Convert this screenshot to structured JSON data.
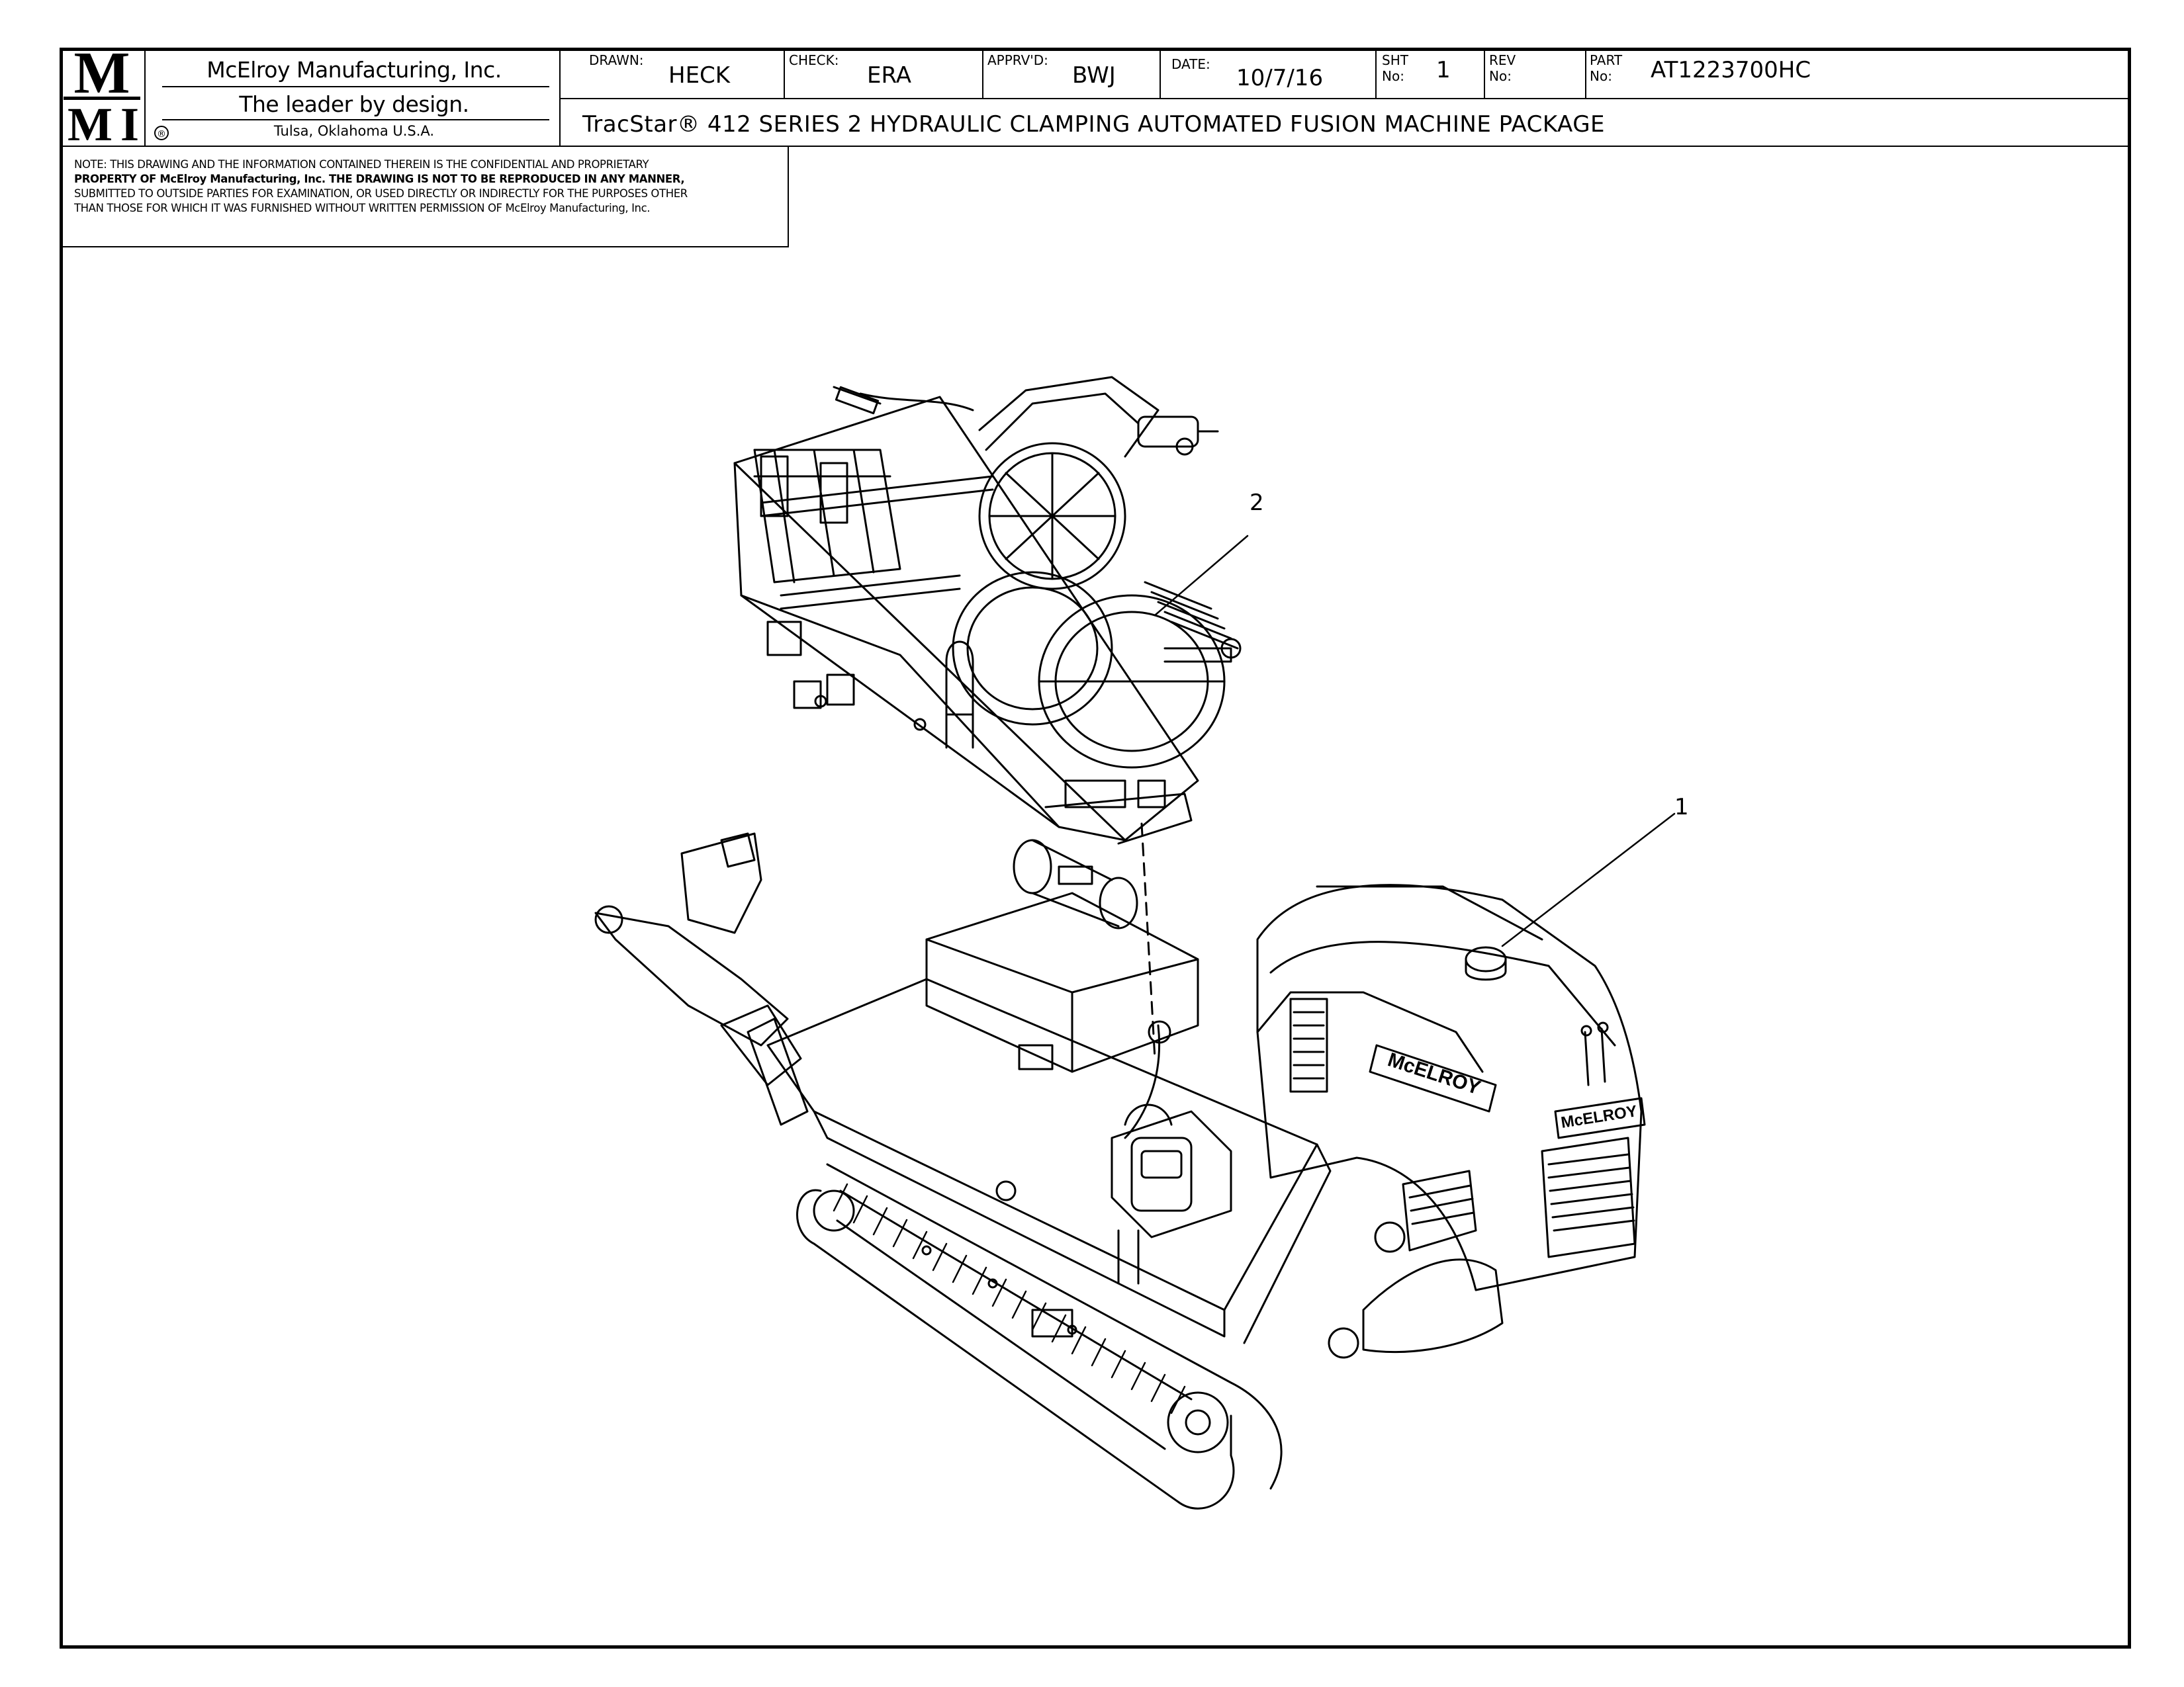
{
  "title_block": {
    "logo_letters": {
      "top": "M",
      "bottom_left": "M",
      "bottom_right": "I"
    },
    "company": "McElroy Manufacturing, Inc.",
    "tagline": "The leader by design.",
    "location": "Tulsa, Oklahoma U.S.A.",
    "registered_mark": "®",
    "drawn_label": "DRAWN:",
    "drawn_value": "HECK",
    "check_label": "CHECK:",
    "check_value": "ERA",
    "approved_label": "APPRV'D:",
    "approved_value": "BWJ",
    "date_label": "DATE:",
    "date_value": "10/7/16",
    "sheet_label_1": "SHT",
    "sheet_label_2": "No:",
    "sheet_value": "1",
    "rev_label_1": "REV",
    "rev_label_2": "No:",
    "rev_value": "",
    "part_label_1": "PART",
    "part_label_2": "No:",
    "part_value": "AT1223700HC",
    "drawing_title": "TracStar® 412 SERIES 2 HYDRAULIC CLAMPING AUTOMATED FUSION MACHINE PACKAGE"
  },
  "note_lines": [
    "NOTE: THIS DRAWING AND THE INFORMATION CONTAINED THEREIN IS THE CONFIDENTIAL AND PROPRIETARY",
    "PROPERTY OF McElroy Manufacturing, Inc. THE DRAWING IS NOT TO BE REPRODUCED IN ANY MANNER,",
    "SUBMITTED TO OUTSIDE PARTIES FOR EXAMINATION, OR USED DIRECTLY OR INDIRECTLY FOR THE PURPOSES OTHER",
    "THAN THOSE FOR WHICH IT WAS FURNISHED WITHOUT WRITTEN PERMISSION OF McElroy Manufacturing, Inc."
  ],
  "callouts": [
    "1",
    "2"
  ],
  "brand_text": [
    "McELROY",
    "McELROY"
  ],
  "colors": {
    "ink": "#000000",
    "paper": "#ffffff"
  }
}
